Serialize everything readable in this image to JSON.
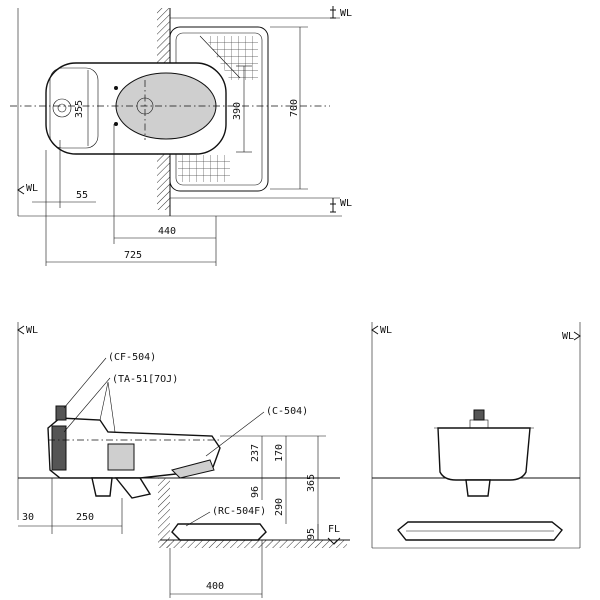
{
  "wall_markers": {
    "wl": "WL",
    "fl": "FL"
  },
  "plan_view": {
    "dim_355": "355",
    "dim_390": "390",
    "dim_700": "700",
    "dim_55": "55",
    "dim_440": "440",
    "dim_725": "725"
  },
  "side_view": {
    "part_cf": "(CF-504)",
    "part_ta": "(TA-51[7OJ)",
    "part_c": "(C-504)",
    "part_rc": "(RC-504F)",
    "dim_237": "237",
    "dim_170": "170",
    "dim_365": "365",
    "dim_96": "96",
    "dim_290": "290",
    "dim_95": "95",
    "dim_30": "30",
    "dim_250": "250",
    "dim_400": "400"
  }
}
